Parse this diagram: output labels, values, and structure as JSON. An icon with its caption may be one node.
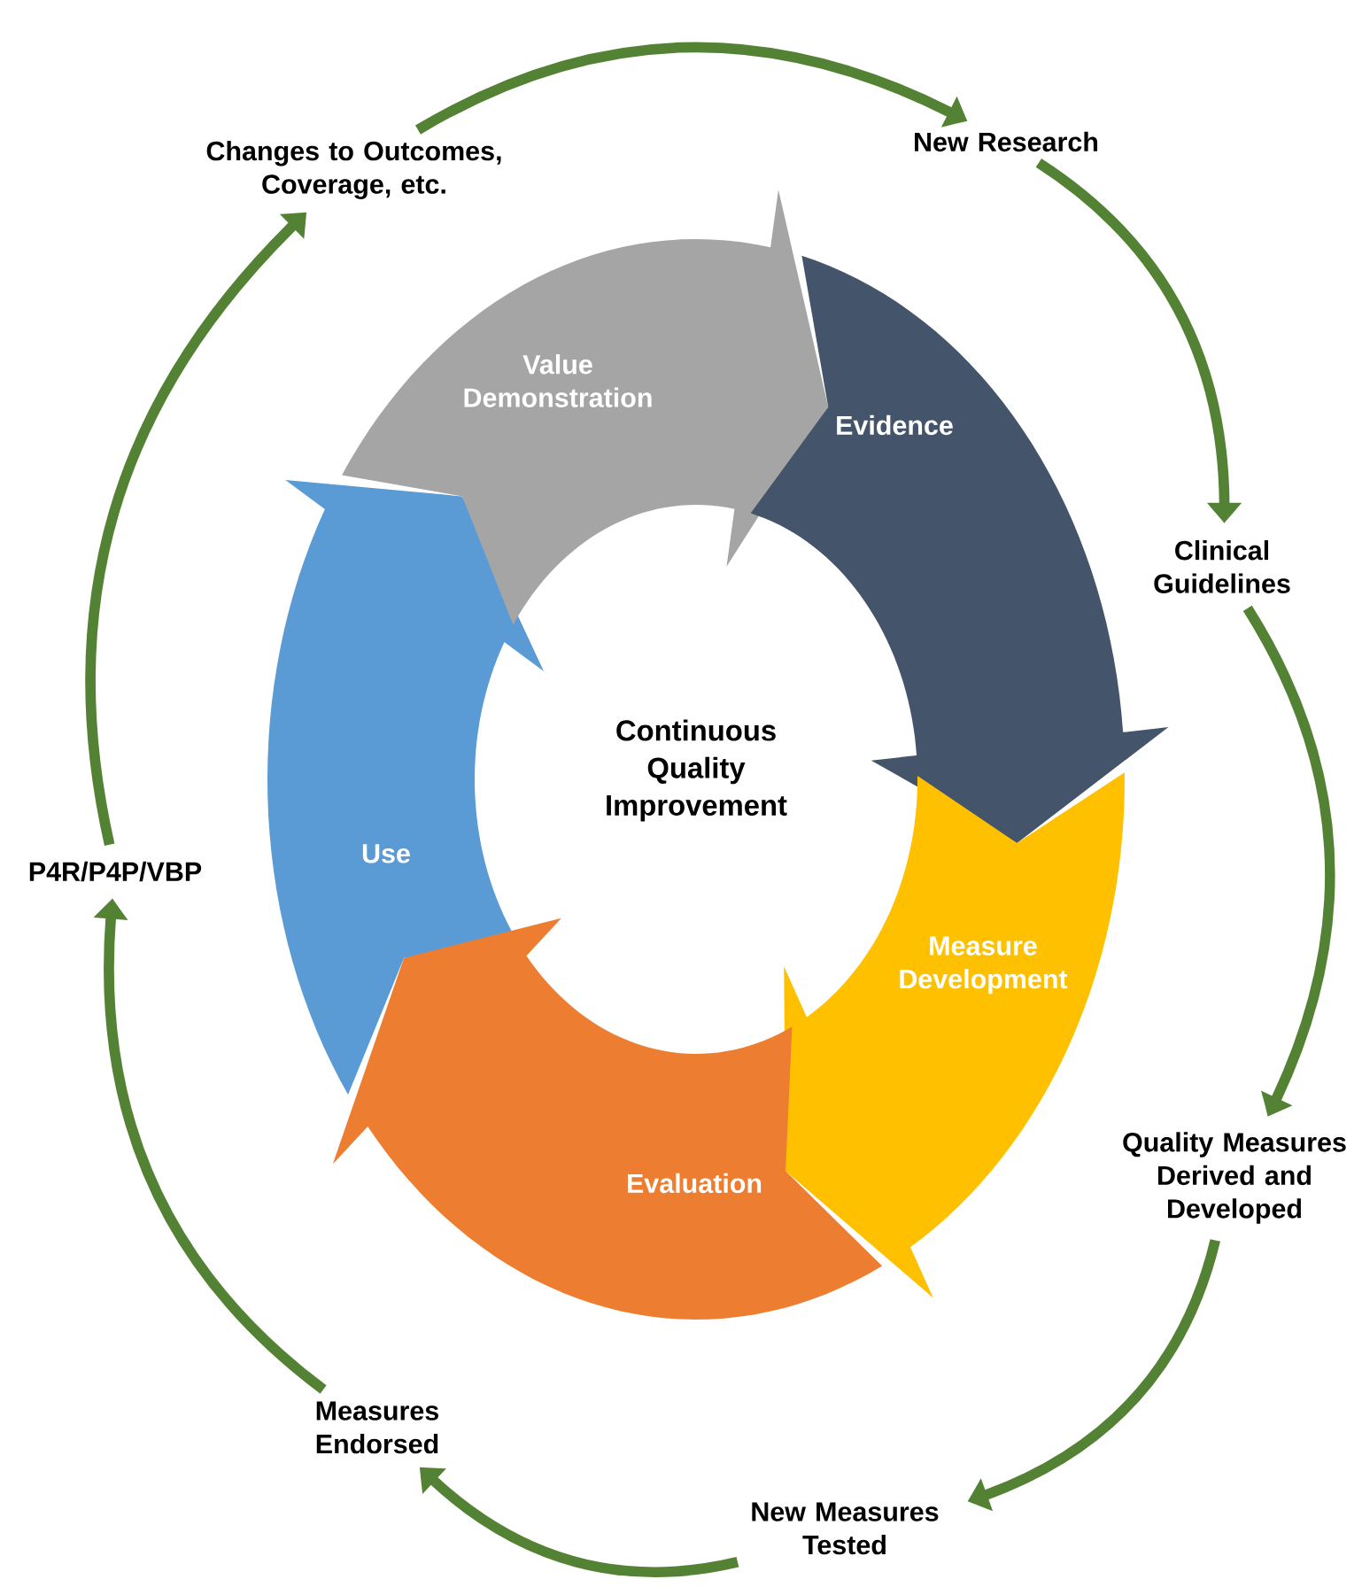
{
  "diagram": {
    "nodes": [
      {
        "text": [
          "Value Demonstration"
        ]
      },
      {
        "text": [
          "Evidence"
        ]
      },
      {
        "text": [
          "Measure Development"
        ]
      },
      {
        "text": [
          "Evaluation"
        ]
      },
      {
        "text": [
          "Use"
        ]
      },
      {
        "text": [
          "Continuous Quality Improvement"
        ]
      },
      {
        "text": [
          "Changes to Outcomes, Coverage, etc."
        ]
      },
      {
        "text": [
          "New Research"
        ]
      },
      {
        "text": [
          "Clinical Guidelines"
        ]
      },
      {
        "text": [
          "Quality Measures Derived and Developed"
        ]
      },
      {
        "text": [
          "New Measures Tested"
        ]
      },
      {
        "text": [
          "Measures Endorsed"
        ]
      },
      {
        "text": [
          "P4R/P4P/VBP"
        ]
      }
    ],
    "edges": [
      {
        "from": 6,
        "to": 7,
        "arrow": "to"
      },
      {
        "from": 7,
        "to": 8,
        "arrow": "to"
      },
      {
        "from": 8,
        "to": 9,
        "arrow": "to"
      },
      {
        "from": 9,
        "to": 10,
        "arrow": "to"
      },
      {
        "from": 10,
        "to": 11,
        "arrow": "to"
      },
      {
        "from": 11,
        "to": 12,
        "arrow": "to"
      },
      {
        "from": 12,
        "to": 6,
        "arrow": "to"
      }
    ]
  }
}
